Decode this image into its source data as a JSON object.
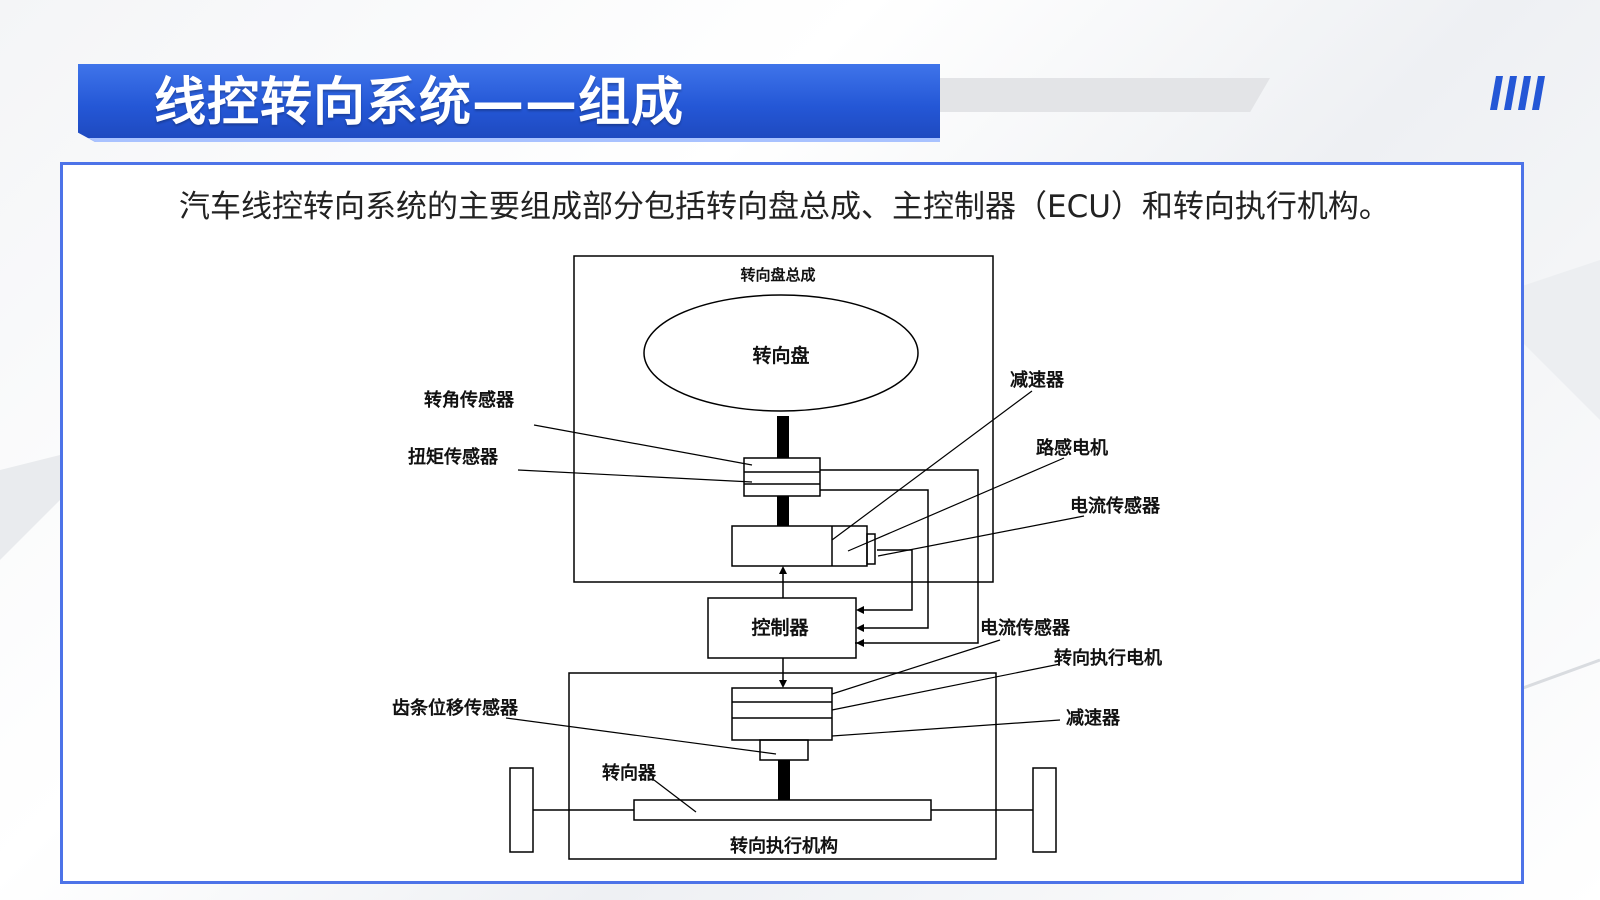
{
  "slide": {
    "title": "线控转向系统——组成",
    "paragraph": "汽车线控转向系统的主要组成部分包括转向盘总成、主控制器（ECU）和转向执行机构。"
  },
  "colors": {
    "accent": "#2457d6",
    "frame_border": "#4d73e8",
    "title_text": "#ffffff",
    "diagram_line": "#000000"
  },
  "icons": {
    "corner": "diagonal-stripes-icon"
  },
  "diagram": {
    "steering_assembly_label": "转向盘总成",
    "steering_wheel_label": "转向盘",
    "angle_sensor_label": "转角传感器",
    "torque_sensor_label": "扭矩传感器",
    "reducer_top_label": "减速器",
    "road_feel_motor_label": "路感电机",
    "current_sensor_top_label": "电流传感器",
    "controller_label": "控制器",
    "current_sensor_bottom_label": "电流传感器",
    "steering_actuator_motor_label": "转向执行电机",
    "reducer_bottom_label": "减速器",
    "rack_displacement_sensor_label": "齿条位移传感器",
    "steering_gear_label": "转向器",
    "actuator_assembly_label": "转向执行机构"
  }
}
